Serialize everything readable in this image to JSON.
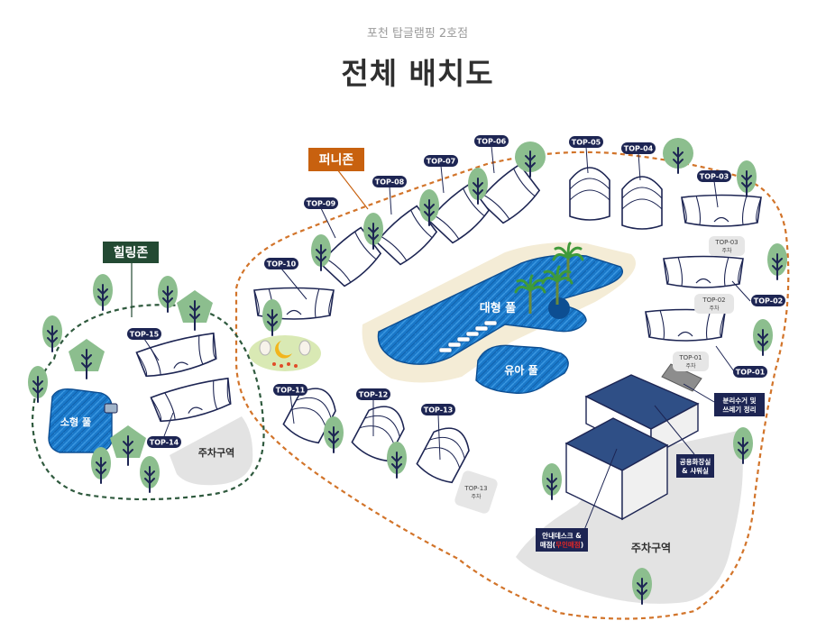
{
  "header": {
    "subtitle": "포천 탑글램핑 2호점",
    "title": "전체 배치도"
  },
  "colors": {
    "navy": "#1d2553",
    "funny_zone": "#c8610f",
    "healing_zone": "#234a33",
    "boundary_orange": "#d2742a",
    "boundary_green": "#2f5a3e",
    "pool_blue": "#1a78c9",
    "tree_green": "#8cbe8e",
    "parking_gray": "#e3e3e3",
    "building_blue": "#2f4f86",
    "highlight_red": "#e02626"
  },
  "zones": {
    "funny": "퍼니존",
    "healing": "힐링존"
  },
  "sites": {
    "top01": "TOP-01",
    "top02": "TOP-02",
    "top03": "TOP-03",
    "top04": "TOP-04",
    "top05": "TOP-05",
    "top06": "TOP-06",
    "top07": "TOP-07",
    "top08": "TOP-08",
    "top09": "TOP-09",
    "top10": "TOP-10",
    "top11": "TOP-11",
    "top12": "TOP-12",
    "top13": "TOP-13",
    "top14": "TOP-14",
    "top15": "TOP-15"
  },
  "parking_spots": {
    "p01_name": "TOP-01",
    "p01_sub": "주차",
    "p02_name": "TOP-02",
    "p02_sub": "주차",
    "p03_name": "TOP-03",
    "p03_sub": "주차",
    "p13_name": "TOP-13",
    "p13_sub": "주차"
  },
  "pools": {
    "large": "대형 풀",
    "kids": "유아 풀",
    "small": "소형 풀"
  },
  "parking_areas": {
    "left": "주차구역",
    "right": "주차구역"
  },
  "facilities": {
    "recycling_line1": "분리수거 및",
    "recycling_line2": "쓰레기 정리",
    "restroom_line1": "공용화장실",
    "restroom_line2": "& 샤워실",
    "info_line1": "안내데스크 &",
    "info_line2_prefix": "매점(",
    "info_line2_highlight": "무인매점",
    "info_line2_suffix": ")"
  }
}
